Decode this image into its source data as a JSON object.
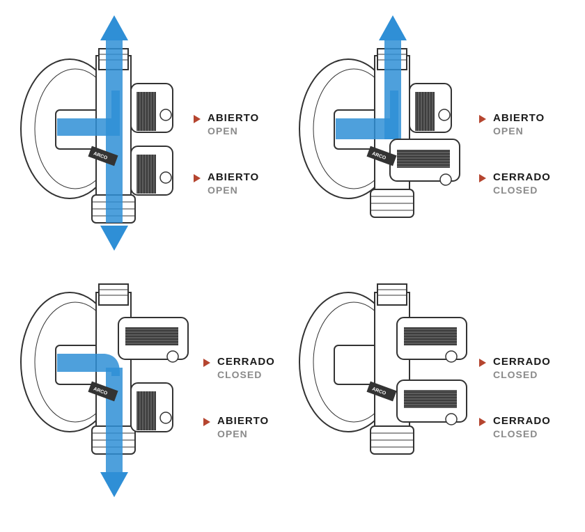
{
  "colors": {
    "flow": "#2f8fd6",
    "arrow_marker": "#b5452f",
    "outline": "#3a3a3a",
    "handle": "#4a4a4a"
  },
  "icons": [
    "flow-arrow-icon",
    "state-marker-arrow-icon"
  ],
  "brand": "ARCO",
  "panels": [
    {
      "top": {
        "es": "ABIERTO",
        "en": "OPEN"
      },
      "bottom": {
        "es": "ABIERTO",
        "en": "OPEN"
      }
    },
    {
      "top": {
        "es": "ABIERTO",
        "en": "OPEN"
      },
      "bottom": {
        "es": "CERRADO",
        "en": "CLOSED"
      }
    },
    {
      "top": {
        "es": "CERRADO",
        "en": "CLOSED"
      },
      "bottom": {
        "es": "ABIERTO",
        "en": "OPEN"
      }
    },
    {
      "top": {
        "es": "CERRADO",
        "en": "CLOSED"
      },
      "bottom": {
        "es": "CERRADO",
        "en": "CLOSED"
      }
    }
  ]
}
